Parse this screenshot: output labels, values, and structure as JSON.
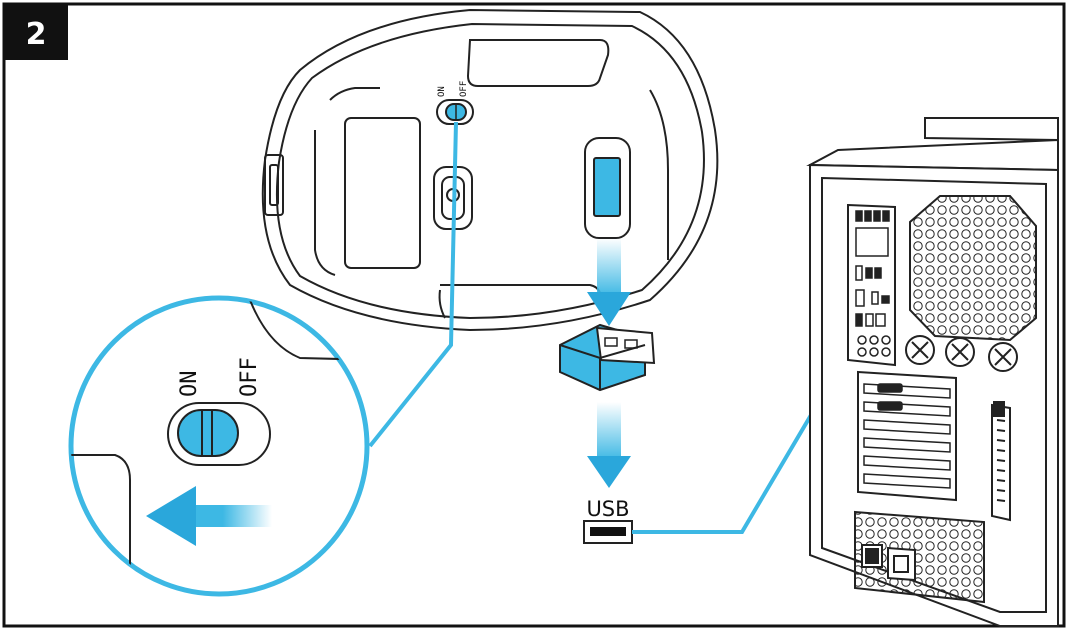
{
  "step": {
    "number": "2"
  },
  "switch": {
    "on_label": "ON",
    "off_label": "OFF"
  },
  "port": {
    "label": "USB"
  },
  "colors": {
    "accent": "#3db8e4",
    "accent_dark": "#1e7fb0",
    "line": "#222222",
    "badge": "#111111"
  }
}
